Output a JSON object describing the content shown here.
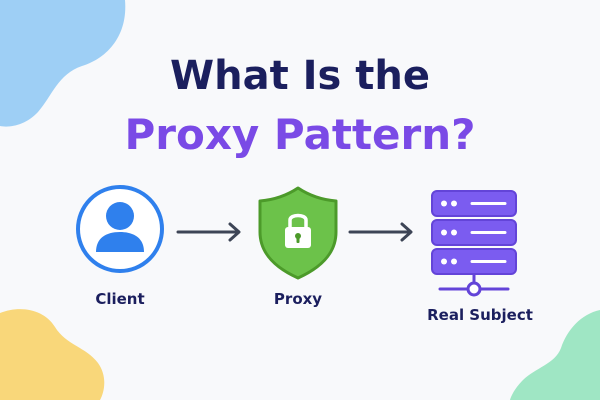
{
  "title": {
    "line1": "What Is the",
    "line2": "Proxy Pattern?"
  },
  "nodes": {
    "client": {
      "label": "Client",
      "icon": "user-icon"
    },
    "proxy": {
      "label": "Proxy",
      "icon": "shield-lock-icon"
    },
    "real_subject": {
      "label": "Real Subject",
      "icon": "server-icon"
    }
  },
  "arrows": [
    {
      "from": "client",
      "to": "proxy",
      "icon": "arrow-right-icon"
    },
    {
      "from": "proxy",
      "to": "real_subject",
      "icon": "arrow-right-icon"
    }
  ],
  "colors": {
    "background": "#f8f9fb",
    "title_line1": "#1b1f5e",
    "title_line2": "#7a4ae6",
    "label_text": "#1b1f5e",
    "client_blue": "#2f80ed",
    "proxy_green": "#6cc24a",
    "proxy_green_dark": "#4c9a2a",
    "server_purple": "#7b5cf0",
    "server_purple_dark": "#6344d8",
    "arrow": "#3d4556",
    "blob_top_left": "#9ecff5",
    "blob_bottom_left": "#f9d77a",
    "blob_bottom_right": "#9fe6c4"
  }
}
